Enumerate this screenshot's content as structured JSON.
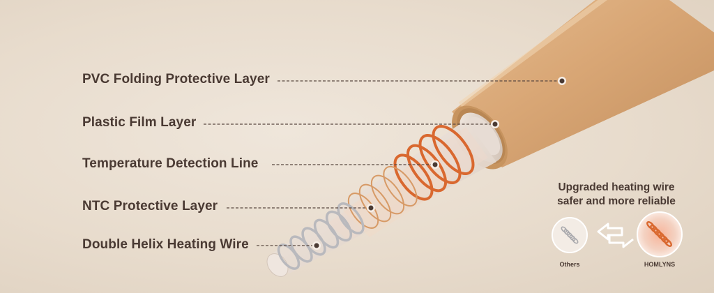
{
  "layers": [
    {
      "id": "pvc",
      "label": "PVC Folding Protective Layer"
    },
    {
      "id": "film",
      "label": "Plastic Film Layer"
    },
    {
      "id": "temp",
      "label": "Temperature Detection Line"
    },
    {
      "id": "ntc",
      "label": "NTC Protective Layer"
    },
    {
      "id": "helix",
      "label": "Double Helix Heating Wire"
    }
  ],
  "promo": {
    "line1": "Upgraded heating wire",
    "line2": "safer and more reliable"
  },
  "comparison": {
    "left_label": "Others",
    "right_label": "HOMLYNS"
  },
  "colors": {
    "pvc": "#d9a776",
    "copper": "#d9682f",
    "text": "#4a3a33"
  }
}
